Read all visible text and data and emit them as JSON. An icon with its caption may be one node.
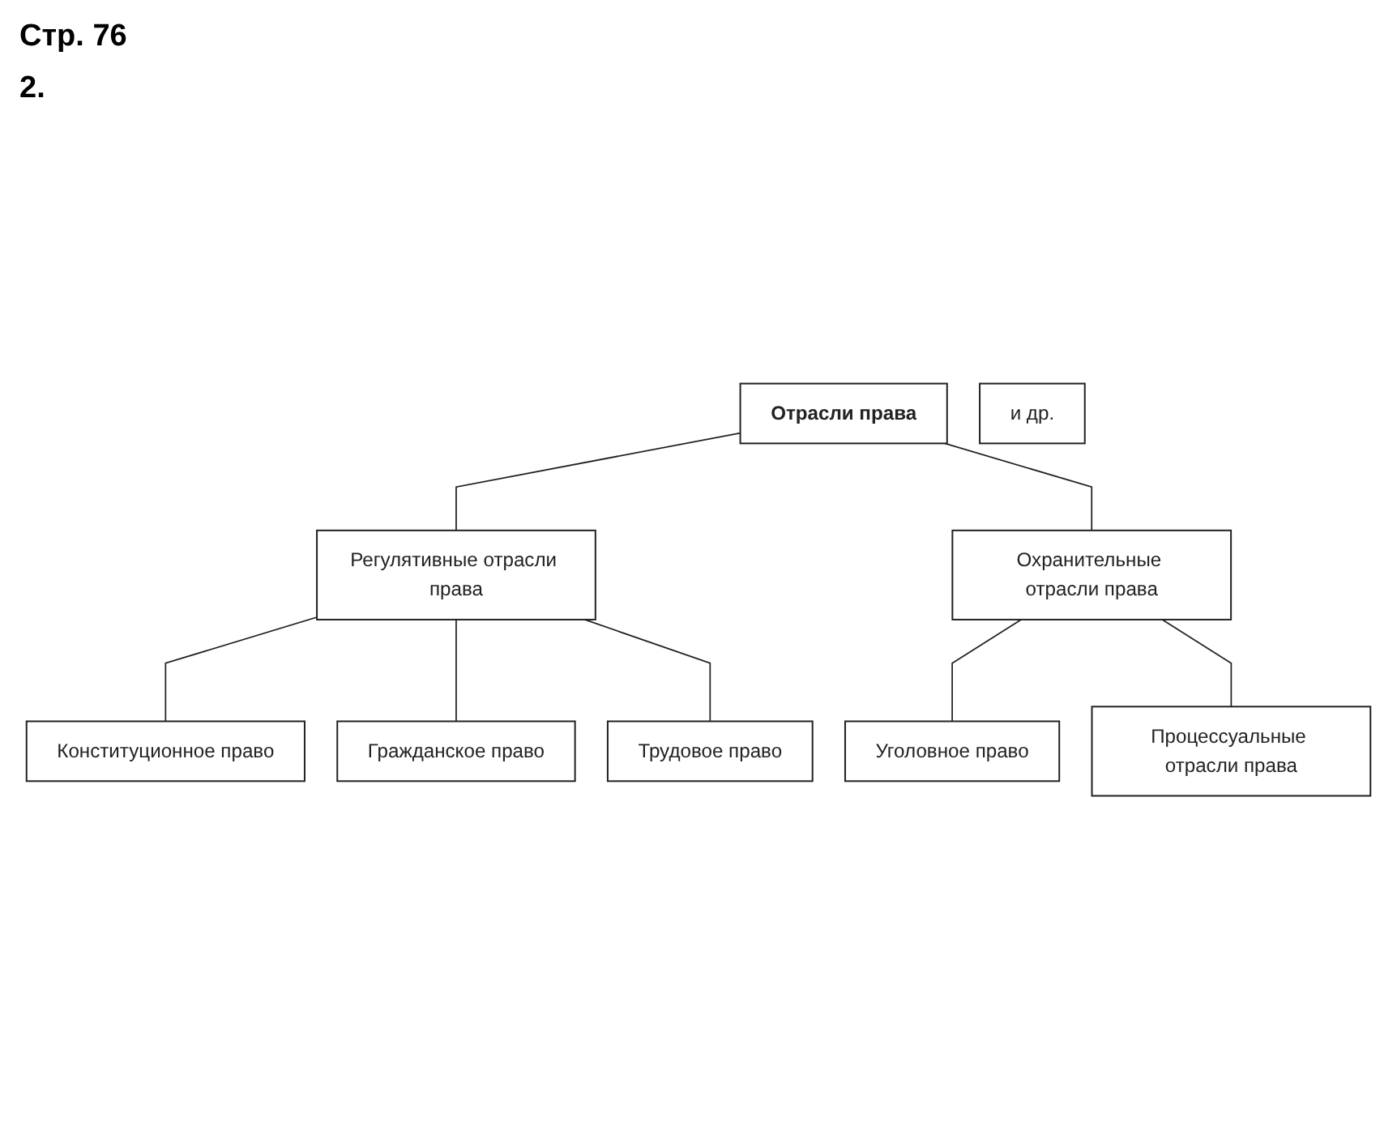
{
  "diagram": {
    "nodes": [
      {
        "text": [
          "Отрасли права"
        ]
      },
      {
        "text": [
          "Регулятивные отрасли права"
        ]
      },
      {
        "text": [
          "Охранительные отрасли права"
        ]
      },
      {
        "text": [
          "Конституционное право"
        ]
      },
      {
        "text": [
          "Гражданское право"
        ]
      },
      {
        "text": [
          "Трудовое право"
        ]
      },
      {
        "text": [
          "Уголовное право"
        ]
      },
      {
        "text": [
          "Процессуальные отрасли права"
        ]
      },
      {
        "text": [
          "и др."
        ]
      }
    ],
    "edges": [
      {
        "from": 0,
        "to": 1,
        "arrow": "none"
      },
      {
        "from": 0,
        "to": 2,
        "arrow": "none"
      },
      {
        "from": 1,
        "to": 3,
        "arrow": "none"
      },
      {
        "from": 1,
        "to": 4,
        "arrow": "none"
      },
      {
        "from": 1,
        "to": 5,
        "arrow": "none"
      },
      {
        "from": 2,
        "to": 6,
        "arrow": "none"
      },
      {
        "from": 2,
        "to": 7,
        "arrow": "none"
      }
    ],
    "labels": [
      "Стр. 76",
      "2."
    ]
  }
}
